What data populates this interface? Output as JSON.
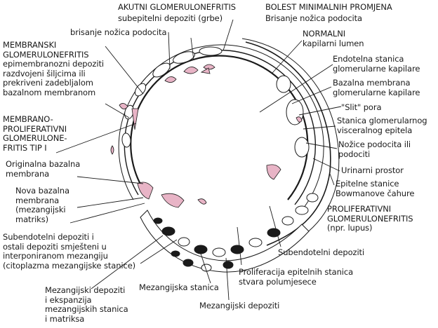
{
  "labels": {
    "acute_title": "AKUTNI GLOMERULONEFRITIS",
    "acute_sub": "subepitelni depoziti (grbe)",
    "acute_effacement": "brisanje nožica podocita",
    "minimal_title": "BOLEST MINIMALNIH PROMJENA",
    "minimal_sub": "Brisanje nožica podocita",
    "normal": "NORMALNI\nkapilarni lumen",
    "endothelial": "Endotelna stanica\nglomerularne kapilare",
    "basement": "Bazalna membrana\nglomerularne kapilare",
    "slit": "\"Slit\" pora",
    "visceral": "Stanica glomerularnog\nvisceralnog epitela",
    "podocyte_feet": "Nožice podocita ili\npodociti",
    "urinary": "Urinarni prostor",
    "parietal": "Epitelne stanice\nBowmanove čahure",
    "proliferative": "PROLIFERATIVNI\nGLOMERULONEFRITIS\n(npr. lupus)",
    "subendothelial_right": "Subendotelni depoziti",
    "crescent": "Proliferacija epitelnih stanica\nstvara polumjesece",
    "mesangial_deposits_bottom": "Mezangijski depoziti",
    "mesangial_cell": "Mezangijska stanica",
    "mesangial_expansion": "Mezangijski depoziti\ni ekspanzija\nmezangijskih stanica\ni matriksa",
    "subendothelial_left": "Subendotelni depoziti i\nostali depoziti smješteni u\ninterponiranom mezangiju\n(citoplazma mezangijske stanice)",
    "new_basement": "Nova bazalna\nmembrana\n(mezangijski\nmatriks)",
    "original_basement": "Originalna bazalna\nmembrana",
    "mpgn": "MEMBRANO-\nPROLIFERATIVNI\nGLOMERULONE-\nFRITIS TIP I",
    "membranous": "MEMBRANSKI\nGLOMERULONEFRITIS\nepimembranozni depoziti\nrazdvojeni šiljcima ili\nprekriveni zadebljalom\nbazalnom membranom"
  },
  "colors": {
    "deposit_pink": "#e8b4c6",
    "line": "#1a1a1a",
    "background": "#ffffff"
  }
}
